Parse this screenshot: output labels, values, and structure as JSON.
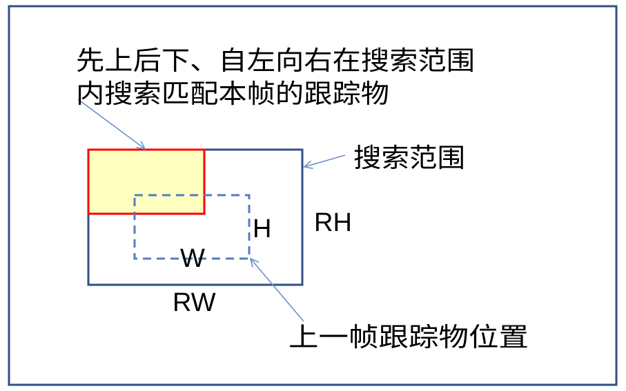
{
  "annotations": {
    "match_desc_line1": "先上后下、自左向右在搜索范围",
    "match_desc_line2": "内搜索匹配本帧的跟踪物",
    "search_range": "搜索范围",
    "prev_position": "上一帧跟踪物位置"
  },
  "dimensions": {
    "search_height": "RH",
    "search_width": "RW",
    "target_height": "H",
    "target_width": "W"
  },
  "colors": {
    "frame_border": "#2f4f85",
    "search_border": "#2f4f85",
    "match_border": "#ff0000",
    "match_fill": "#ffffc0",
    "dashed_border": "#4f7fc0",
    "arrow": "#6b8fc8"
  }
}
